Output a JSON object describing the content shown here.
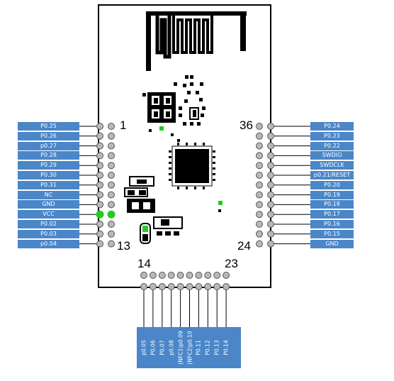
{
  "corner_numbers": {
    "top_left": "1",
    "top_right": "36",
    "bottom_left": "13",
    "bottom_right": "24",
    "bottom_start": "14",
    "bottom_end": "23"
  },
  "left_pins": [
    "P0.25",
    "P0.26",
    "p0.27",
    "P0.28",
    "P0.29",
    "P0.30",
    "P0.31",
    "NC",
    "GND",
    "VCC",
    "P0.02",
    "P0.03",
    "p0.04"
  ],
  "right_pins": [
    "P0.24",
    "P0.23",
    "P0.22",
    "SWDIO",
    "SWDCLK",
    "p0.21/RESET",
    "P0.20",
    "P0.19",
    "P0.18",
    "P0.17",
    "P0.16",
    "P0.15",
    "GND"
  ],
  "bottom_pins": [
    "p0.05",
    "P0.06",
    "P0.07",
    "p0.08",
    "(NFC1)p0.09",
    "(NFC2)p0.10",
    "P0.11",
    "P0.12",
    "P0.13",
    "P0.14"
  ],
  "colors": {
    "label_bg": "#4a86c8",
    "label_text": "#ffffff",
    "pad_green": "#22cc22",
    "pad_gray": "#b8b8b8",
    "line": "#000000"
  }
}
